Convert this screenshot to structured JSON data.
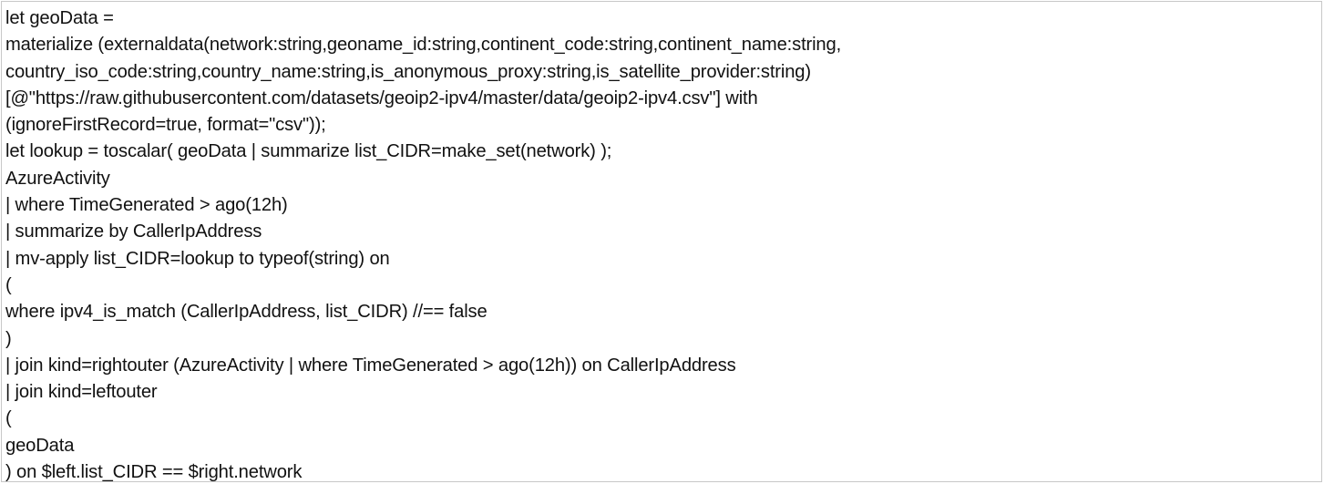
{
  "code": {
    "lines": [
      "let geoData =",
      "materialize (externaldata(network:string,geoname_id:string,continent_code:string,continent_name:string,",
      "country_iso_code:string,country_name:string,is_anonymous_proxy:string,is_satellite_provider:string)",
      "[@\"https://raw.githubusercontent.com/datasets/geoip2-ipv4/master/data/geoip2-ipv4.csv\"] with",
      "(ignoreFirstRecord=true, format=\"csv\"));",
      "let lookup = toscalar( geoData | summarize list_CIDR=make_set(network) );",
      "AzureActivity",
      "| where TimeGenerated > ago(12h)",
      "| summarize by CallerIpAddress",
      "| mv-apply list_CIDR=lookup to typeof(string) on",
      "(",
      "where ipv4_is_match (CallerIpAddress, list_CIDR) //== false",
      ")",
      "| join kind=rightouter (AzureActivity | where TimeGenerated > ago(12h)) on CallerIpAddress",
      "| join kind=leftouter",
      "(",
      "geoData",
      ") on $left.list_CIDR == $right.network"
    ]
  }
}
